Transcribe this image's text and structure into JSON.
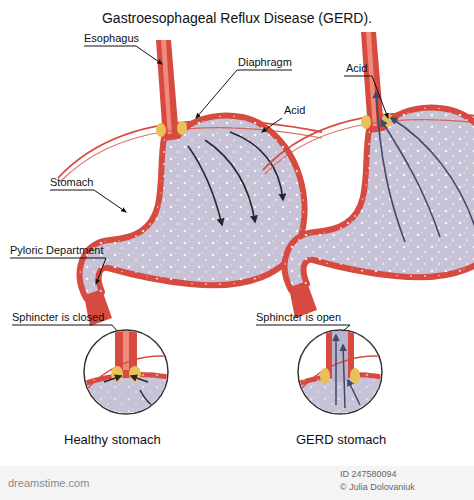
{
  "diagram": {
    "title": "Gastroesophageal Reflux Disease (GERD).",
    "labels": [
      "Esophagus",
      "Diaphragm",
      "Acid",
      "Stomach",
      "Pyloric Department",
      "Acid",
      "Sphincter is closed",
      "Sphincter is open",
      "Healthy stomach",
      "GERD stomach",
      "dreamstime.com",
      "ID 247580094",
      "© Julia Dolovaniuk"
    ]
  }
}
